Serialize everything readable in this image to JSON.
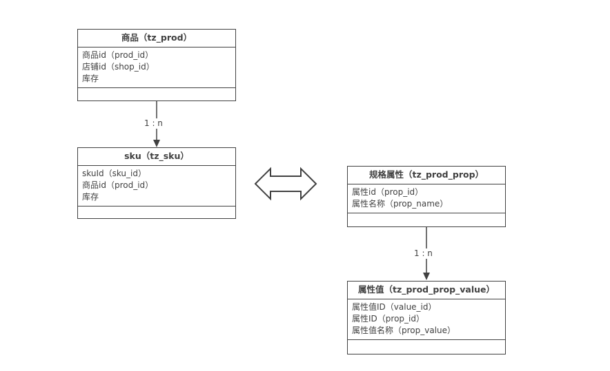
{
  "colors": {
    "stroke": "#404040",
    "background": "#ffffff"
  },
  "diagram": {
    "tables": [
      {
        "id": "tz_prod",
        "title": "商品（tz_prod）",
        "rows": [
          "商品id（prod_id）",
          "店铺id（shop_id）",
          "库存"
        ]
      },
      {
        "id": "tz_sku",
        "title": "sku（tz_sku）",
        "rows": [
          "skuId（sku_id）",
          "商品id（prod_id）",
          "库存"
        ]
      },
      {
        "id": "tz_prod_prop",
        "title": "规格属性（tz_prod_prop）",
        "rows": [
          "属性id（prop_id）",
          "属性名称（prop_name）"
        ]
      },
      {
        "id": "tz_prod_prop_value",
        "title": "属性值（tz_prod_prop_value）",
        "rows": [
          "属性值ID（value_id）",
          "属性ID（prop_id）",
          "属性值名称（prop_value）"
        ]
      }
    ],
    "relations": [
      {
        "from": "tz_prod",
        "to": "tz_sku",
        "label": "1 : n"
      },
      {
        "from": "tz_prod_prop",
        "to": "tz_prod_prop_value",
        "label": "1 : n"
      }
    ]
  }
}
